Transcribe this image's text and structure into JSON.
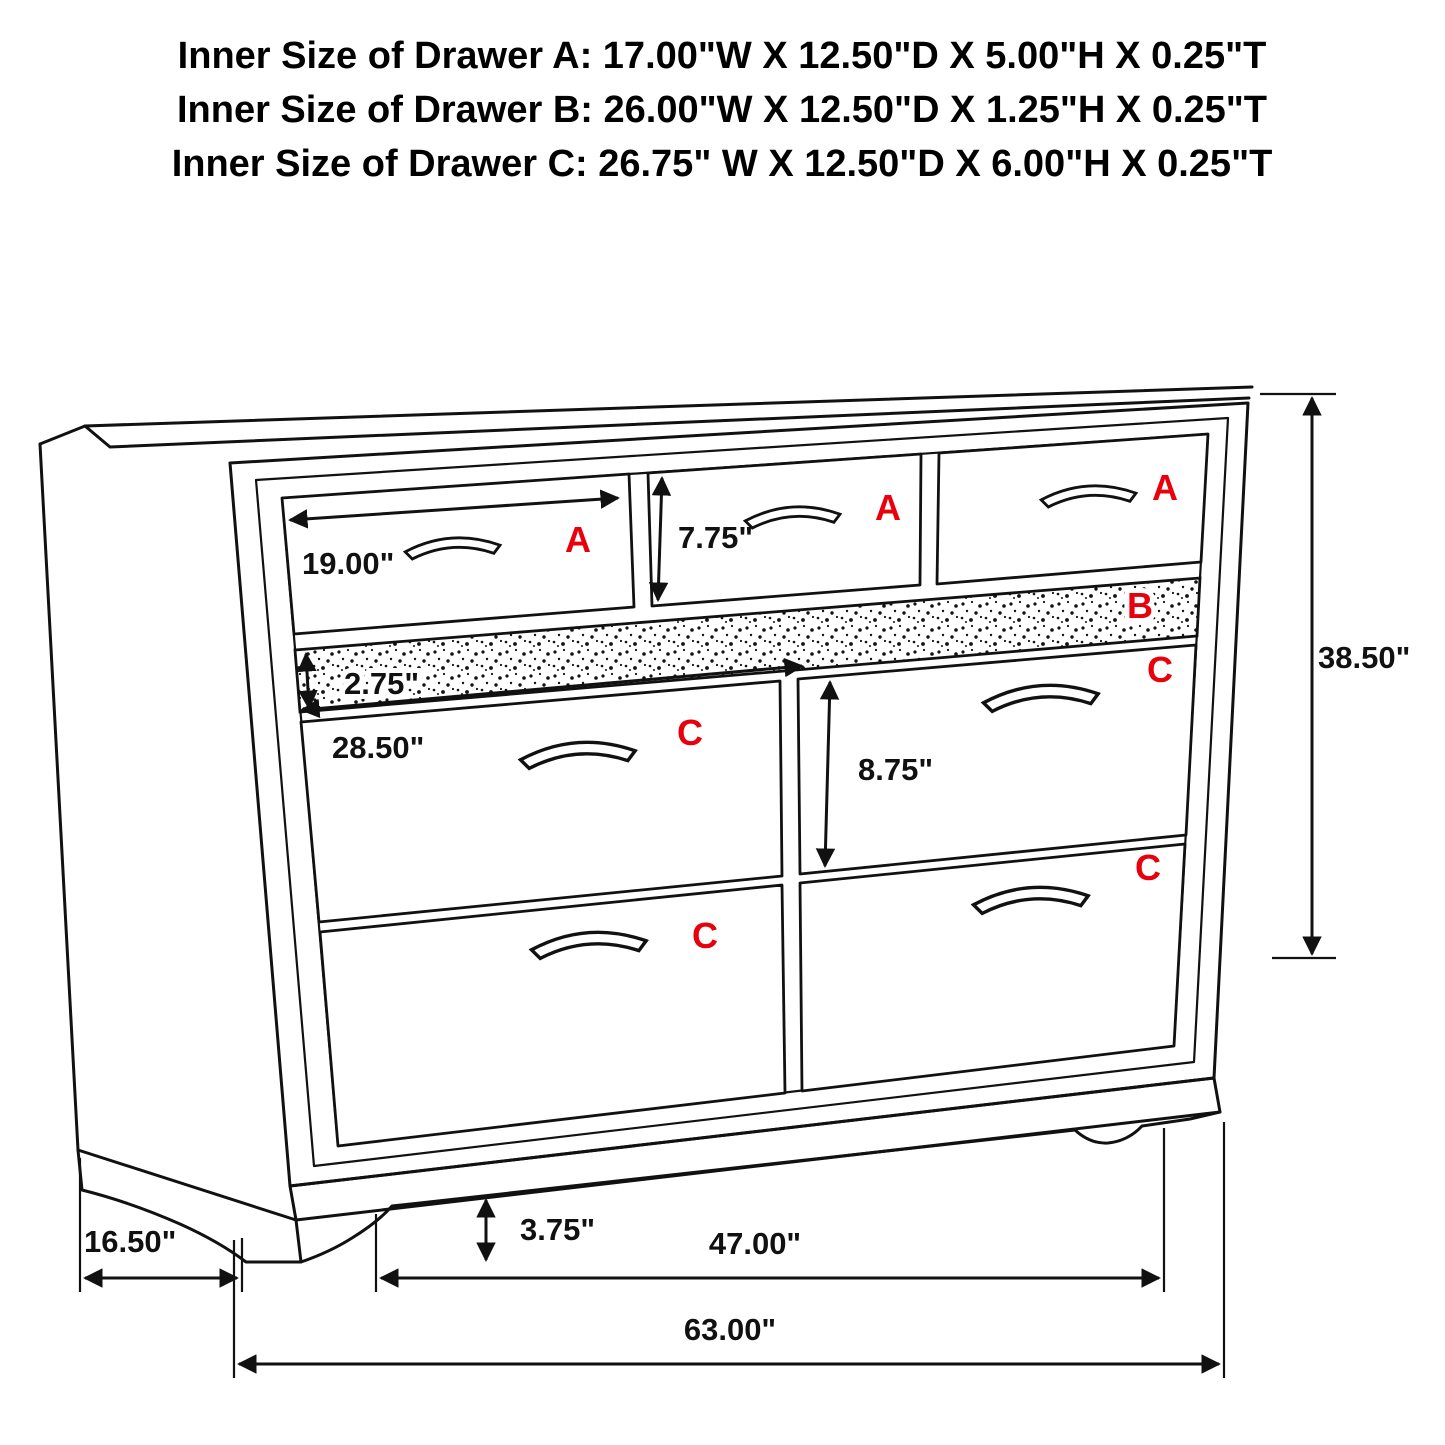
{
  "header": {
    "line_a": "Inner Size of Drawer A: 17.00\"W X 12.50\"D X 5.00\"H X 0.25\"T",
    "line_b": "Inner Size of Drawer B: 26.00\"W X 12.50\"D X 1.25\"H X 0.25\"T",
    "line_c": "Inner Size of Drawer C: 26.75\" W X 12.50\"D X 6.00\"H X 0.25\"T"
  },
  "labels": {
    "drawer_a": "A",
    "drawer_b": "B",
    "drawer_c": "C"
  },
  "dimensions": {
    "a_width": "19.00\"",
    "a_height": "7.75\"",
    "b_height": "2.75\"",
    "c_width": "28.50\"",
    "c_height": "8.75\"",
    "overall_height": "38.50\"",
    "foot_height": "3.75\"",
    "depth": "16.50\"",
    "inner_span": "47.00\"",
    "overall_width": "63.00\""
  },
  "colors": {
    "label_red": "#e8000d",
    "line_black": "#111111",
    "background": "#ffffff"
  }
}
